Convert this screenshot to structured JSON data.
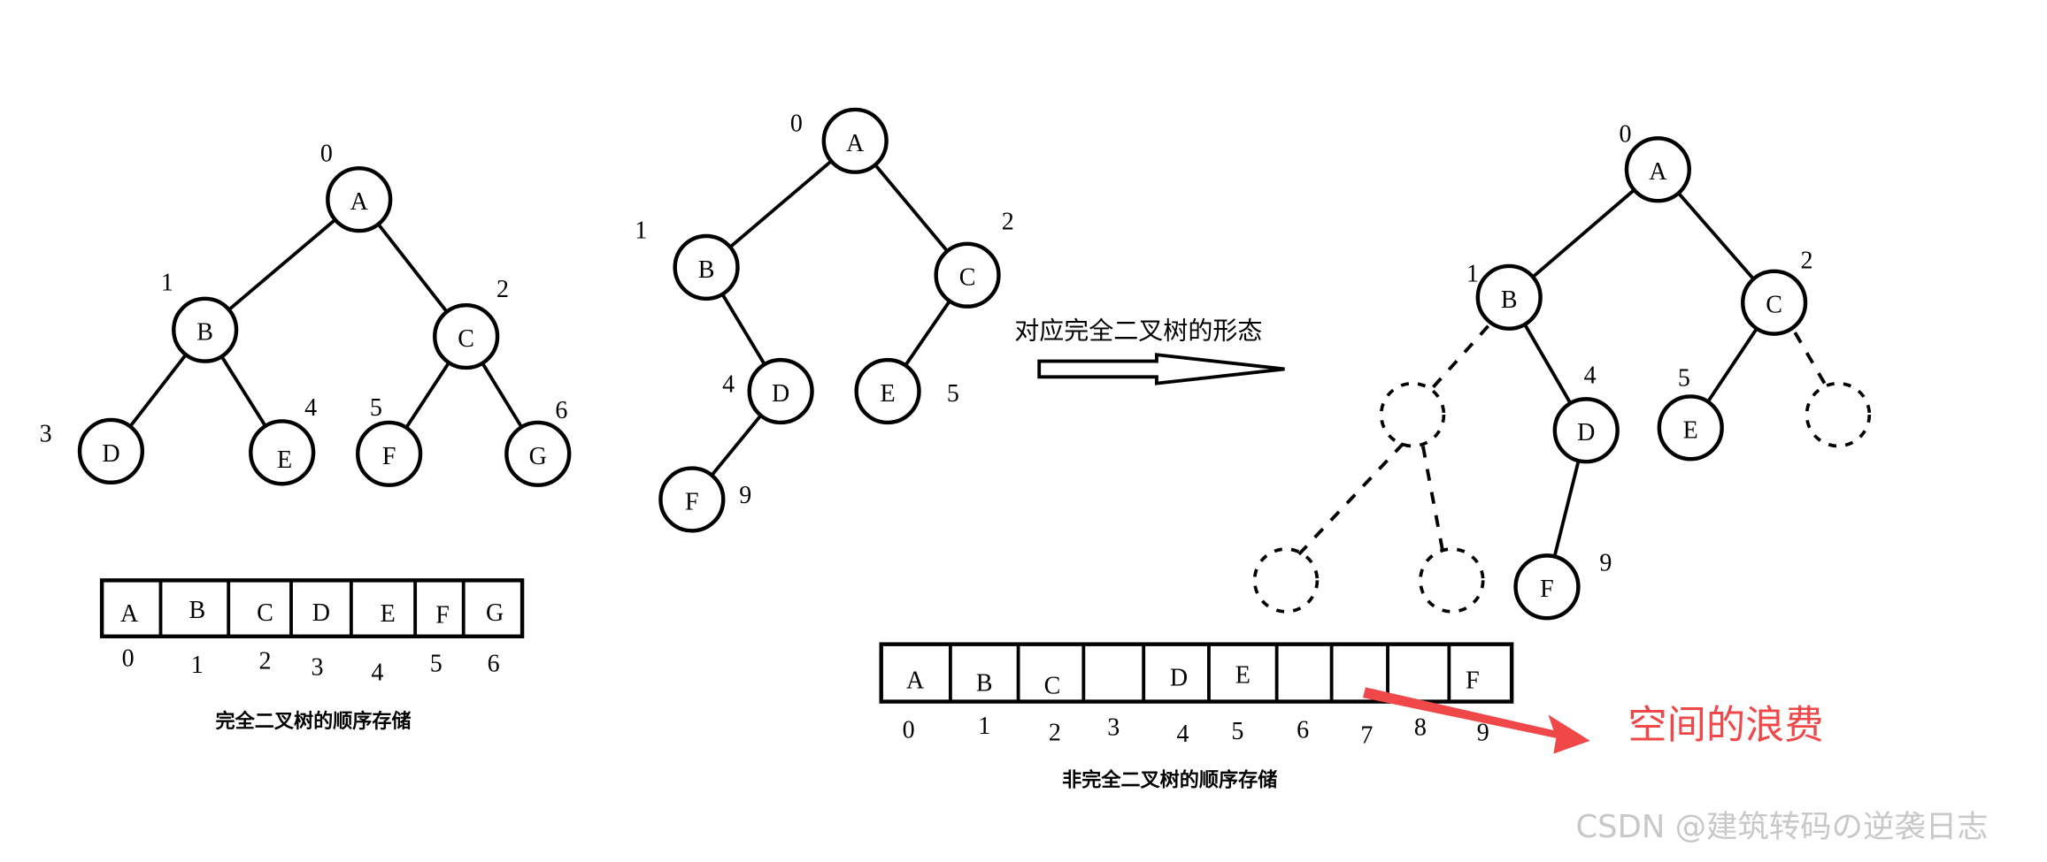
{
  "complete_tree": {
    "nodes": [
      {
        "label": "A",
        "index": "0"
      },
      {
        "label": "B",
        "index": "1"
      },
      {
        "label": "C",
        "index": "2"
      },
      {
        "label": "D",
        "index": "3"
      },
      {
        "label": "E",
        "index": "4"
      },
      {
        "label": "F",
        "index": "5"
      },
      {
        "label": "G",
        "index": "6"
      }
    ],
    "array_cells": [
      "A",
      "B",
      "C",
      "D",
      "E",
      "F",
      "G"
    ],
    "array_indices": [
      "0",
      "1",
      "2",
      "3",
      "4",
      "5",
      "6"
    ],
    "caption": "完全二叉树的顺序存储"
  },
  "incomplete_tree": {
    "nodes": [
      {
        "label": "A",
        "index": "0"
      },
      {
        "label": "B",
        "index": "1"
      },
      {
        "label": "C",
        "index": "2"
      },
      {
        "label": "D",
        "index": "4"
      },
      {
        "label": "E",
        "index": "5"
      },
      {
        "label": "F",
        "index": "9"
      }
    ]
  },
  "transform_arrow_label": "对应完全二叉树的形态",
  "complete_form_tree": {
    "nodes": [
      {
        "label": "A",
        "index": "0"
      },
      {
        "label": "B",
        "index": "1"
      },
      {
        "label": "C",
        "index": "2"
      },
      {
        "label": "D",
        "index": "4"
      },
      {
        "label": "E",
        "index": "5"
      },
      {
        "label": "F",
        "index": "9"
      }
    ],
    "empty_positions": 4
  },
  "incomplete_array": {
    "cells": [
      "A",
      "B",
      "C",
      "",
      "D",
      "E",
      "",
      "",
      "",
      "F"
    ],
    "indices": [
      "0",
      "1",
      "2",
      "3",
      "4",
      "5",
      "6",
      "7",
      "8",
      "9"
    ],
    "caption": "非完全二叉树的顺序存储"
  },
  "annotation": {
    "text": "空间的浪费",
    "color": "#f04848"
  },
  "watermark": "CSDN @建筑转码の逆袭日志"
}
